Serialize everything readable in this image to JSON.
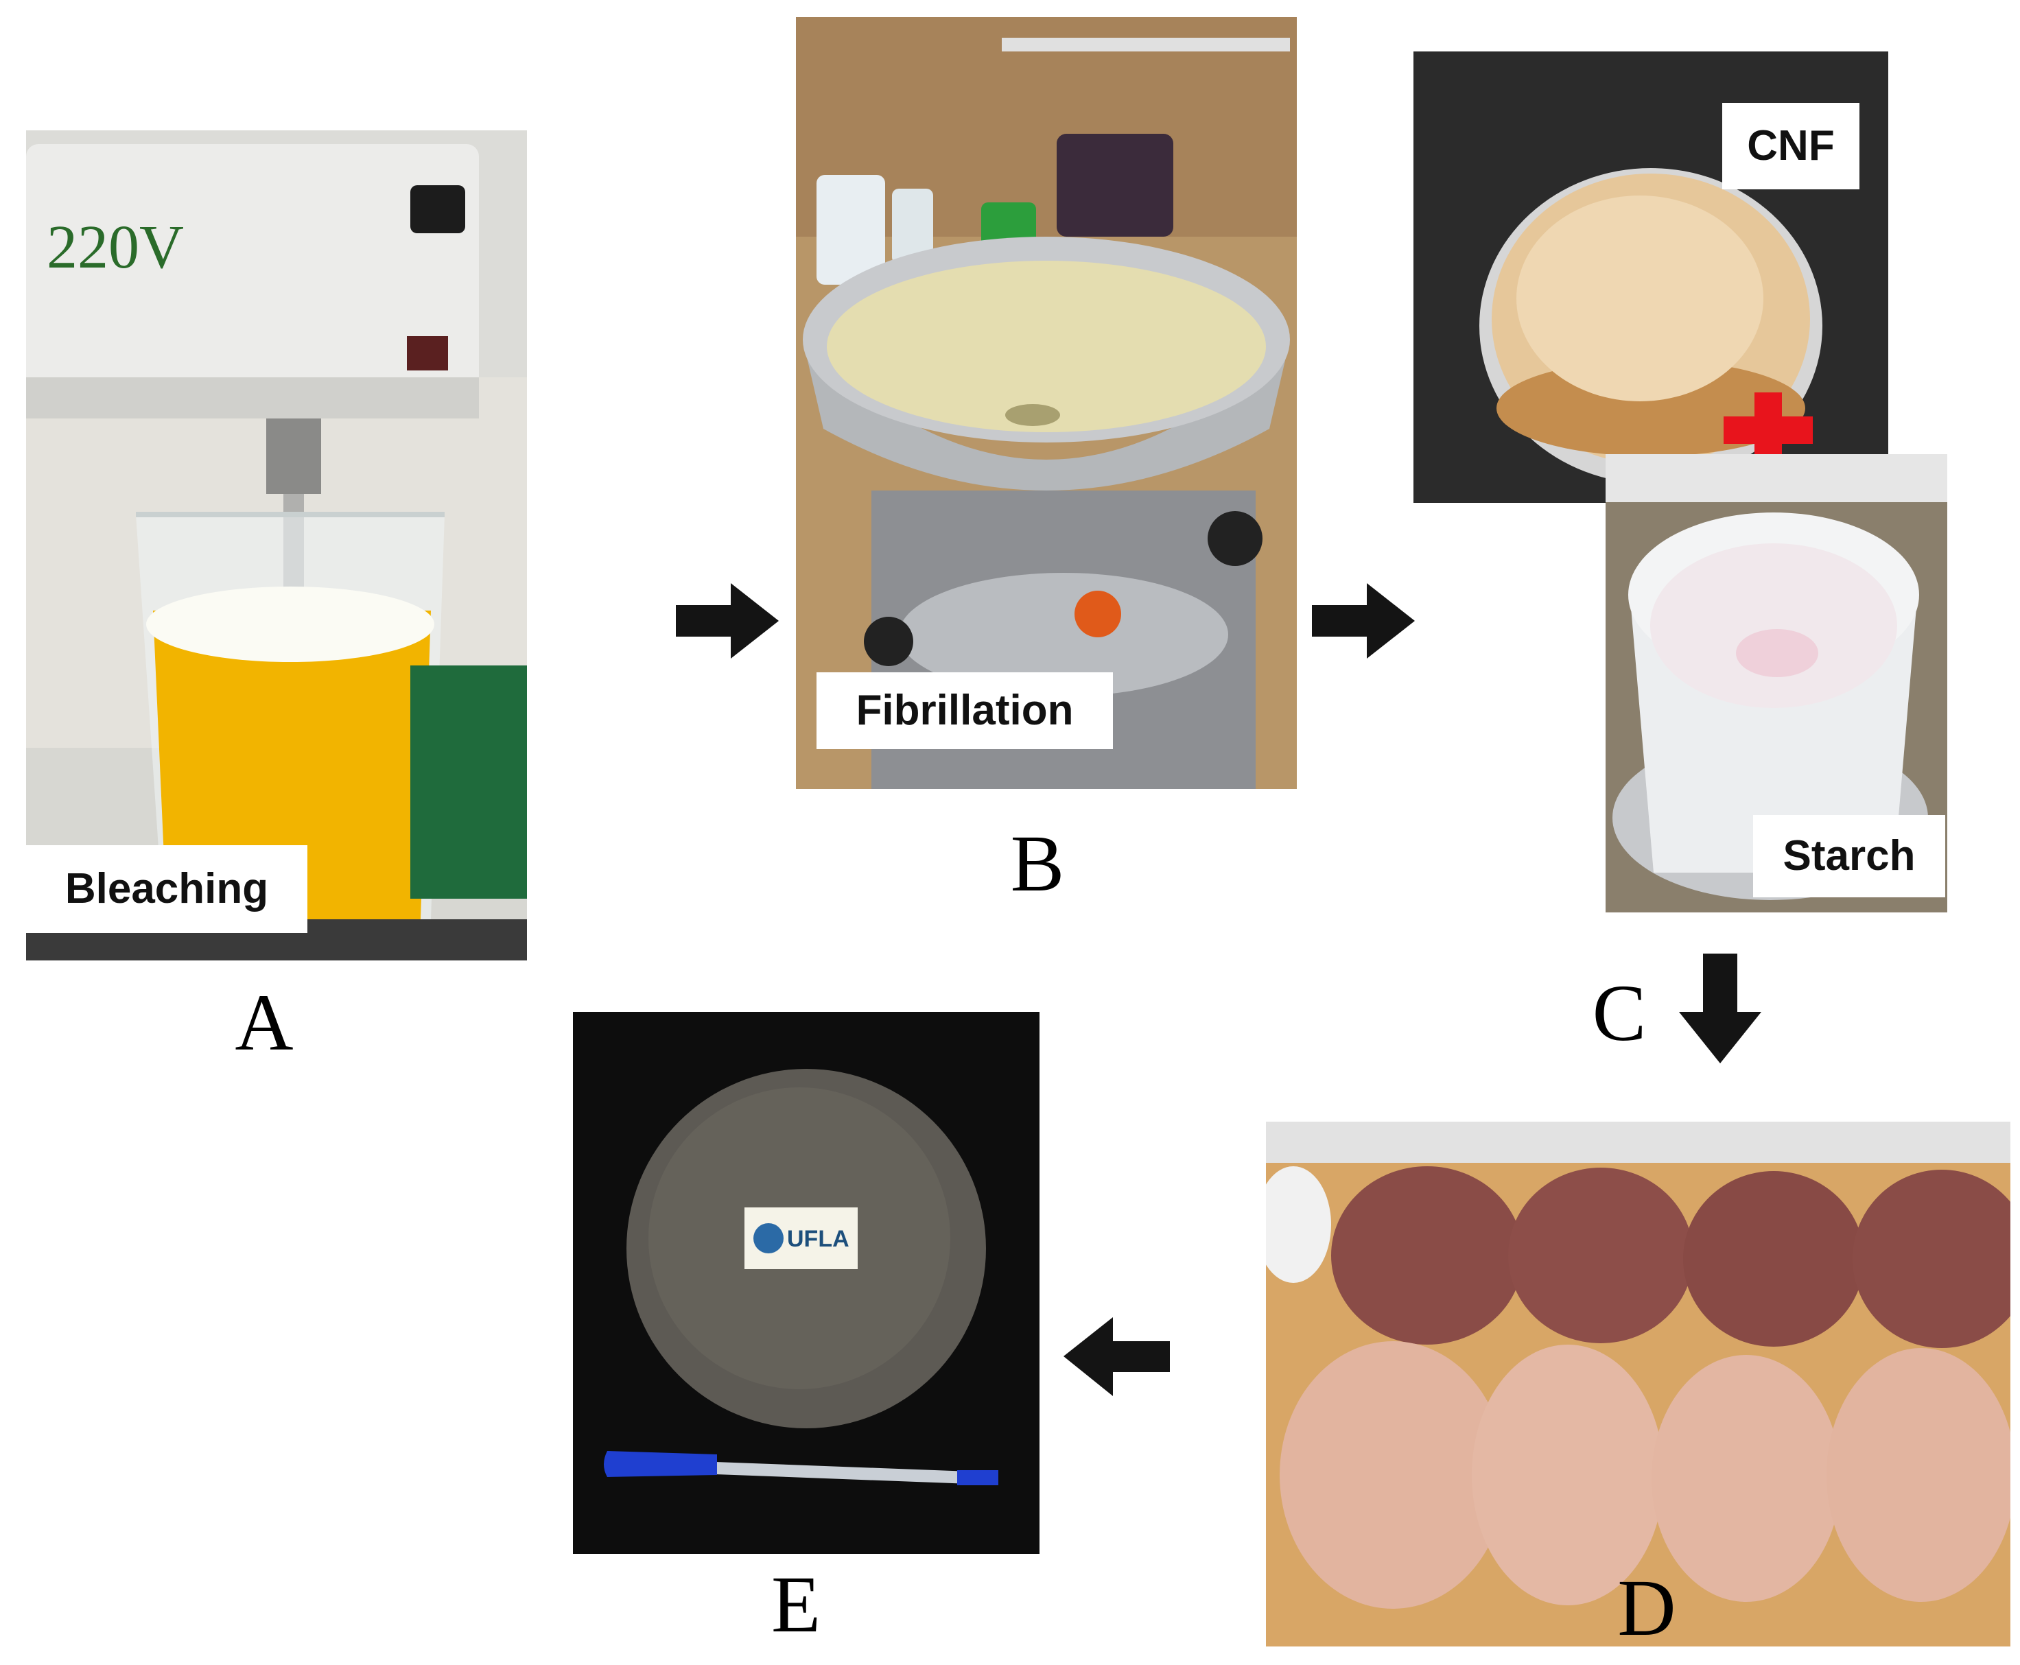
{
  "panels": {
    "a": {
      "letter": "A",
      "tag": "Bleaching",
      "beaker_mark": "220V"
    },
    "b": {
      "letter": "B",
      "tag": "Fibrillation"
    },
    "c": {
      "letter": "C",
      "tag_top": "CNF",
      "tag_bottom": "Starch"
    },
    "d": {
      "letter": "D"
    },
    "e": {
      "letter": "E",
      "logo_text": "UFLA"
    }
  },
  "colors": {
    "arrow": "#141414",
    "plus": "#e8141c",
    "bleach_liquid": "#f2b400",
    "cnf_suspension": "#e4ddb0",
    "film_dark": "#8a4c47",
    "film_light": "#e2b49f",
    "film_grey": "#5d5a54"
  },
  "icons": [
    "arrow-right-icon",
    "arrow-down-icon",
    "arrow-left-icon",
    "plus-icon"
  ]
}
